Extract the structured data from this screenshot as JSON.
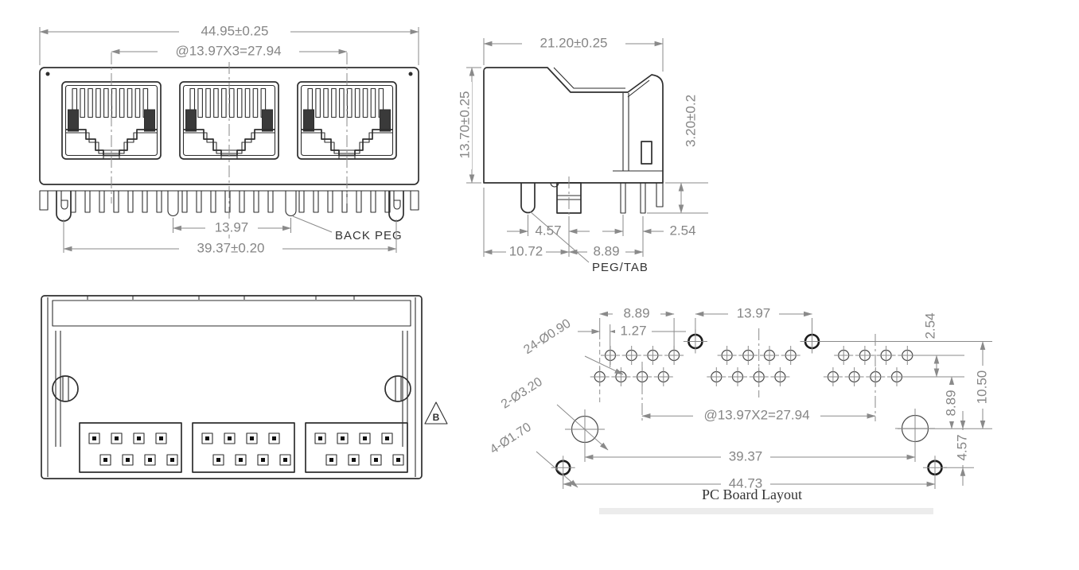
{
  "front_view": {
    "dim_overall_width": "44.95±0.25",
    "dim_port_pitch": "@13.97X3=27.94",
    "dim_back_peg_pitch": "13.97",
    "dim_mounting_span": "39.37±0.20",
    "label_back_peg": "BACK PEG"
  },
  "side_view": {
    "dim_depth": "21.20±0.25",
    "dim_height": "13.70±0.25",
    "dim_pin_length": "3.20±0.2",
    "dim_peg_to_pin": "4.57",
    "dim_pin_pitch": "2.54",
    "dim_front_to_peg": "10.72",
    "dim_peg_to_solder_pin": "8.89",
    "label_peg_tab": "PEG/TAB"
  },
  "bottom_view": {
    "revision_mark": "B"
  },
  "pcb_layout": {
    "caption": "PC Board Layout",
    "dim_row_span": "8.89",
    "dim_peg_pitch": "13.97",
    "dim_row_offset": "1.27",
    "dim_row_gap": "2.54",
    "dim_pin_holes": "24-Ø0.90",
    "dim_row_to_datum": "8.89",
    "dim_peg_row_to_datum": "10.50",
    "dim_big_holes": "2-Ø3.20",
    "dim_small_holes": "4-Ø1.70",
    "dim_group_span": "@13.97X2=27.94",
    "dim_mount_span": "39.37",
    "dim_overall_span": "44.73",
    "dim_datum_to_peg": "4.57"
  },
  "colors": {
    "outline": "#2e2e2e",
    "dimension": "#8a8a8a",
    "label": "#343434",
    "background": "#ffffff"
  }
}
